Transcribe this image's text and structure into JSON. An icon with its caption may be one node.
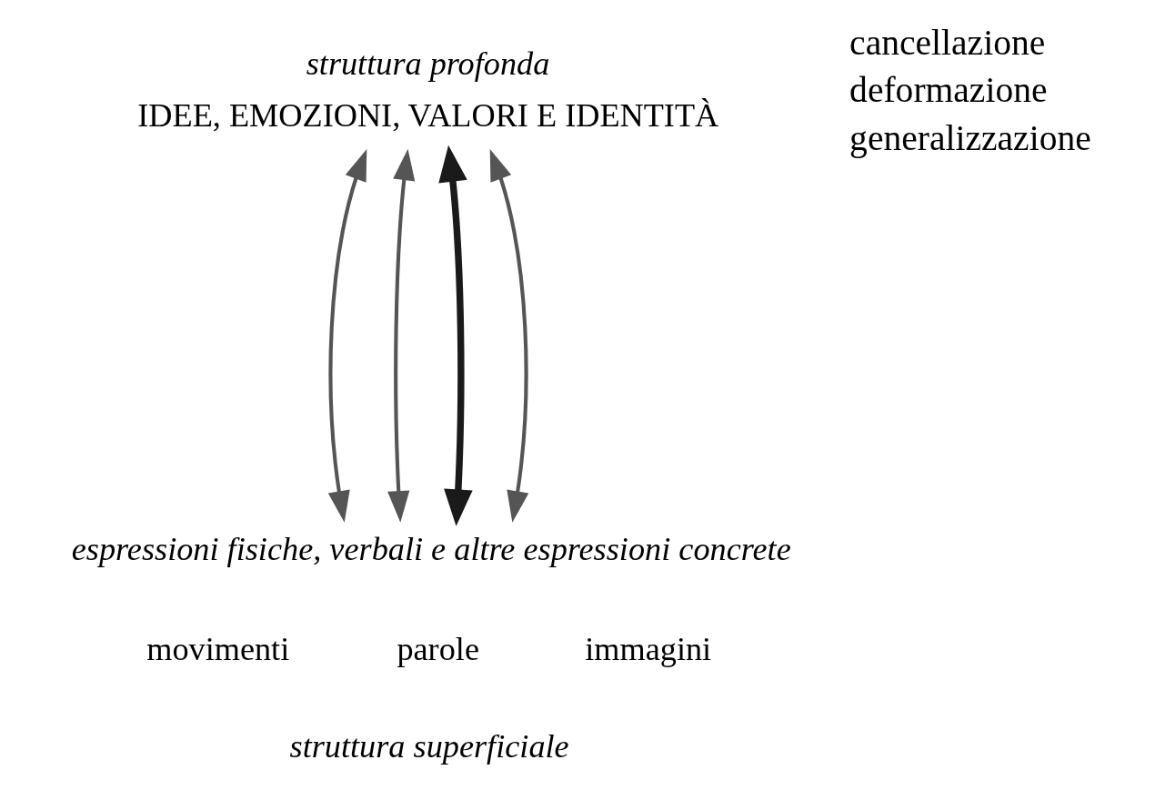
{
  "diagram": {
    "nodes": [
      {
        "text": [
          "struttura profonda",
          "IDEE, EMOZIONI, VALORI E IDENTITÀ"
        ]
      },
      {
        "text": [
          "espressioni fisiche, verbali e altre espressioni concrete",
          "movimenti",
          "parole",
          "immagini",
          "struttura superficiale"
        ]
      }
    ],
    "edges": [
      {
        "from": 0,
        "to": 1,
        "arrow": "both"
      },
      {
        "from": 0,
        "to": 1,
        "arrow": "both"
      },
      {
        "from": 0,
        "to": 1,
        "arrow": "both",
        "style": "thick",
        "color": "#1a1a1a"
      },
      {
        "from": 0,
        "to": 1,
        "arrow": "both"
      }
    ],
    "labels": [
      "cancellazione",
      "deformazione",
      "generalizzazione"
    ]
  }
}
